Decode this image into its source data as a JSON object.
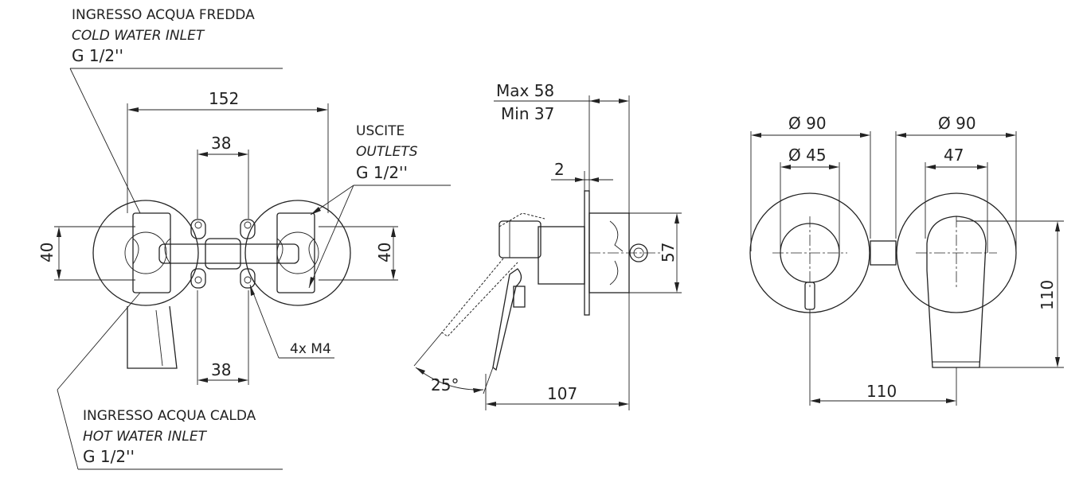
{
  "front_view": {
    "cold_inlet_label_it": "INGRESSO ACQUA FREDDA",
    "cold_inlet_label_en": "COLD WATER INLET",
    "cold_inlet_size": "G 1/2''",
    "hot_inlet_label_it": "INGRESSO ACQUA CALDA",
    "hot_inlet_label_en": "HOT WATER INLET",
    "hot_inlet_size": "G 1/2''",
    "outlets_label_it": "USCITE",
    "outlets_label_en": "OUTLETS",
    "outlets_size": "G 1/2''",
    "dim_overall_width": "152",
    "dim_top_spacing": "38",
    "dim_bottom_spacing": "38",
    "dim_left_height": "40",
    "dim_right_height": "40",
    "screw_label": "4x M4"
  },
  "side_view": {
    "dim_max": "Max 58",
    "dim_min": "Min 37",
    "dim_plate": "2",
    "dim_body_height": "57",
    "dim_depth": "107",
    "dim_angle": "25°"
  },
  "plate_view": {
    "dim_left_plate": "Ø 90",
    "dim_left_knob": "Ø 45",
    "dim_right_plate": "Ø 90",
    "dim_right_lever": "47",
    "dim_centers": "110",
    "dim_height": "110"
  }
}
